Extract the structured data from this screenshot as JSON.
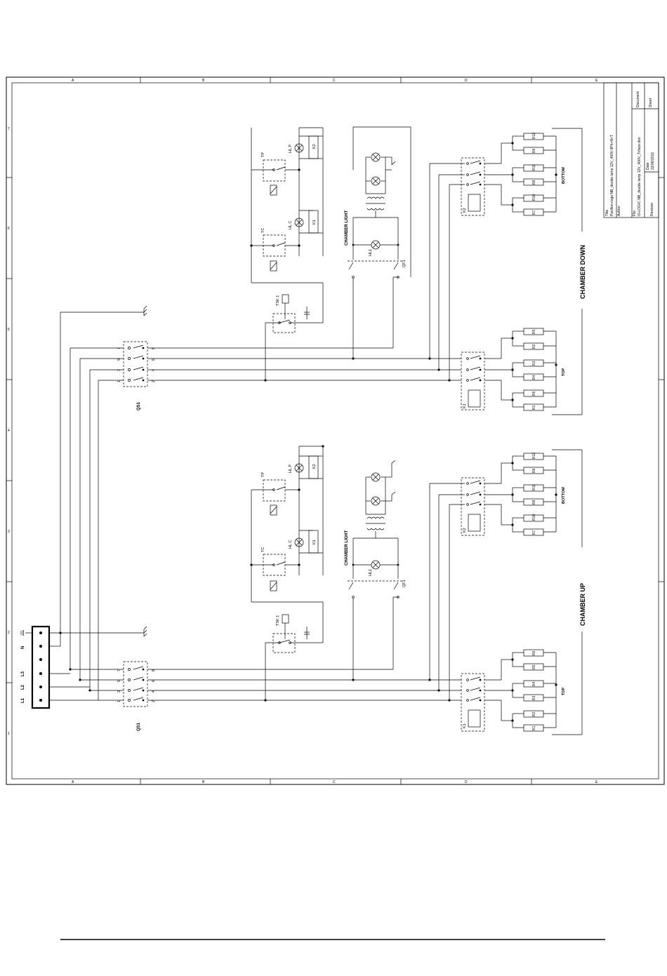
{
  "title_block": {
    "title_label": "Title",
    "title_value": "Pavillon-cogo NB_double lamp 12V_400V-3Ph+N+T",
    "author_label": "Author",
    "author_value": "",
    "document_label": "Document",
    "file_label": "File",
    "file_value": "IS-LOGIC NB_double lamp 12V_400V_Triface.dsn",
    "date_label": "Date",
    "date_value": "22/06/2016",
    "revision_label": "Revision",
    "sheet_label": "Sheet"
  },
  "frame": {
    "left_ticks": [
      "1",
      "2",
      "3",
      "4",
      "5",
      "6",
      "7"
    ],
    "top_ticks": [
      "A",
      "B",
      "C",
      "D",
      "E"
    ]
  },
  "chambers": {
    "down": {
      "title": "CHAMBER DOWN",
      "bottom_label": "BOTTOM",
      "top_label": "TOP",
      "light_label": "CHAMBER LIGHT",
      "lamp_light": "HL1",
      "breaker": "QF1",
      "thermostat": "TSK 1",
      "main_switch": "QS1",
      "tc_label": "TC",
      "tp_label": "TP",
      "lamp_c": "HL C",
      "lamp_p": "HL P",
      "relay1": "K1",
      "relay2": "K2",
      "contactor_bottom": "K2",
      "contactor_top": "K1",
      "bottom_resistors": [
        "R12",
        "R6",
        "R11",
        "R8",
        "R10",
        "R7"
      ],
      "top_resistors": [
        "R5",
        "R2",
        "R3",
        "R4",
        "R6",
        "R1"
      ]
    },
    "up": {
      "title": "CHAMBER UP",
      "bottom_label": "BOTTOM",
      "top_label": "TOP",
      "light_label": "CHAMBER LIGHT",
      "lamp_light": "HL1",
      "breaker": "QF1",
      "thermostat": "TSK 1",
      "main_switch": "QS1",
      "tc_label": "TC",
      "tp_label": "TP",
      "lamp_c": "HL C",
      "lamp_p": "HL P",
      "relay1": "K1",
      "relay2": "K2",
      "contactor_bottom": "K2",
      "contactor_top": "K1",
      "bottom_resistors": [
        "R12",
        "R9",
        "R11",
        "R8",
        "R10",
        "R7"
      ],
      "top_resistors": [
        "R6",
        "R5",
        "R4",
        "R3",
        "R2",
        "R1"
      ]
    }
  },
  "terminal": {
    "labels": [
      "N",
      "L3",
      "L2",
      "L1"
    ]
  },
  "switch_pins": {
    "left": [
      "1",
      "3",
      "5",
      "7"
    ],
    "right": [
      "2",
      "4",
      "6",
      "8"
    ]
  }
}
